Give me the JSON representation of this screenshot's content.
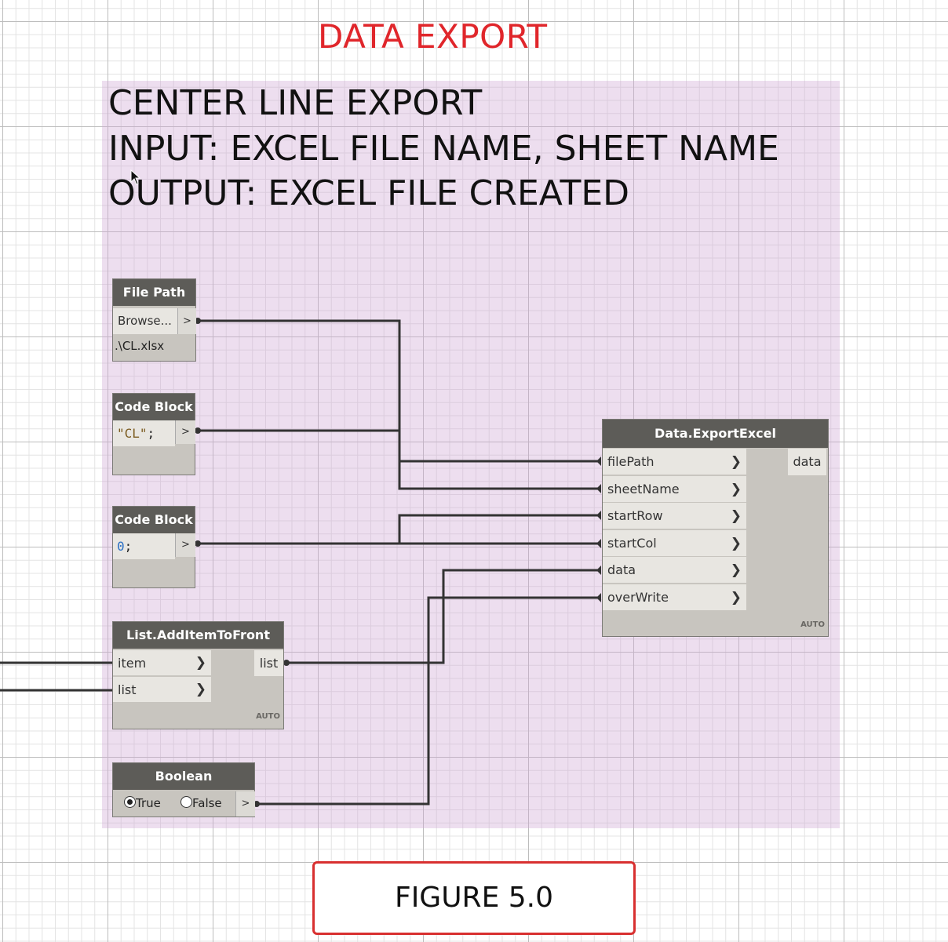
{
  "canvas_title": "DATA EXPORT",
  "group": {
    "lines": [
      "CENTER LINE EXPORT",
      "INPUT: EXCEL FILE NAME, SHEET NAME",
      "OUTPUT: EXCEL FILE CREATED"
    ]
  },
  "nodes": {
    "file_path": {
      "title": "File Path",
      "button": "Browse...",
      "out": ">",
      "value": ".\\CL.xlsx"
    },
    "code_block_1": {
      "title": "Code Block",
      "code_string": "\"CL\"",
      "code_semi": ";",
      "out": ">"
    },
    "code_block_2": {
      "title": "Code Block",
      "code_number": "0",
      "code_semi": ";",
      "out": ">"
    },
    "add_item": {
      "title": "List.AddItemToFront",
      "inputs": [
        "item",
        "list"
      ],
      "output": "list",
      "lacing": "AUTO"
    },
    "boolean": {
      "title": "Boolean",
      "true_label": "True",
      "false_label": "False",
      "selected": "True",
      "out": ">"
    },
    "export_excel": {
      "title": "Data.ExportExcel",
      "inputs": [
        "filePath",
        "sheetName",
        "startRow",
        "startCol",
        "data",
        "overWrite"
      ],
      "output": "data",
      "lacing": "AUTO"
    }
  },
  "figure_label": "FIGURE 5.0",
  "colors": {
    "title_red": "#e0262b",
    "group_fill": "#d0a8d4",
    "node_header": "#5d5c58",
    "node_body": "#c8c5bf",
    "wire": "#333333"
  }
}
